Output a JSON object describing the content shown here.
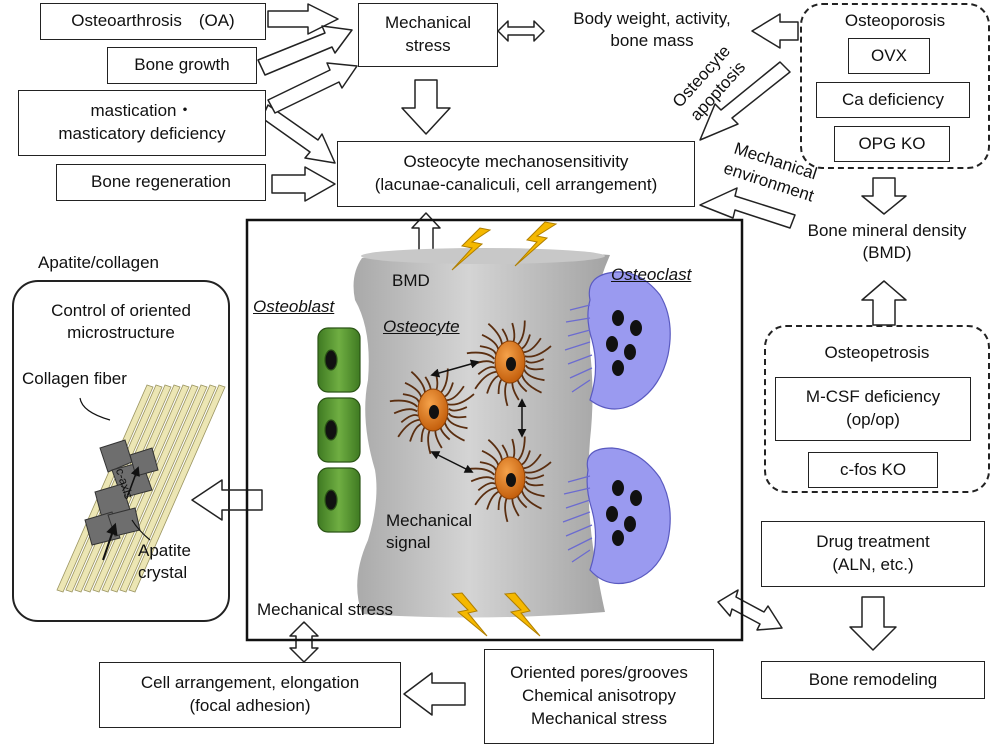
{
  "left_boxes": {
    "oa": "Osteoarthrosis　(OA)",
    "bone_growth": "Bone growth",
    "mastication_1": "mastication・",
    "mastication_2": "masticatory deficiency",
    "bone_regeneration": "Bone regeneration"
  },
  "mechanical_stress_top": [
    "Mechanical",
    "stress"
  ],
  "body_weight": [
    "Body weight, activity,",
    "bone mass"
  ],
  "osteoporosis": {
    "title": "Osteoporosis",
    "items": [
      "OVX",
      "Ca deficiency",
      "OPG KO"
    ]
  },
  "osteocyte_apoptosis": [
    "Osteocyte",
    "apoptosis"
  ],
  "mechanosensitivity": [
    "Osteocyte mechanosensitivity",
    "(lacunae-canaliculi, cell arrangement)"
  ],
  "mechanical_environment": [
    "Mechanical",
    "environment"
  ],
  "bmd_label": [
    "Bone mineral density",
    "(BMD)"
  ],
  "apatite_collagen": "Apatite/collagen",
  "oriented_micro": [
    "Control of oriented",
    "microstructure"
  ],
  "collagen_fiber": "Collagen fiber",
  "apatite_crystal": [
    "Apatite",
    "crystal"
  ],
  "c_axis": "c-axis",
  "center": {
    "bmd": "BMD",
    "osteoblast": "Osteoblast",
    "osteocyte": "Osteocyte",
    "osteoclast": "Osteoclast",
    "mech_signal": [
      "Mechanical",
      "signal"
    ],
    "mech_stress": "Mechanical stress"
  },
  "osteopetrosis": {
    "title": "Osteopetrosis",
    "mcsf": [
      "M-CSF deficiency",
      "(op/op)"
    ],
    "cfos": "c-fos KO"
  },
  "drug_treatment": [
    "Drug treatment",
    "(ALN, etc.)"
  ],
  "bone_remodeling": "Bone remodeling",
  "oriented_pores": [
    "Oriented pores/grooves",
    "Chemical anisotropy",
    "Mechanical stress"
  ],
  "cell_arrangement": [
    "Cell arrangement, elongation",
    "(focal adhesion)"
  ],
  "colors": {
    "bone_gray": "#bdbdbd",
    "osteoblast_green": "#4e8a2c",
    "osteoclast_purple": "#9a9af0",
    "osteocyte_orange": "#d86a10",
    "lightning_yellow": "#f5b800",
    "fiber_cream": "#ece6b4"
  }
}
